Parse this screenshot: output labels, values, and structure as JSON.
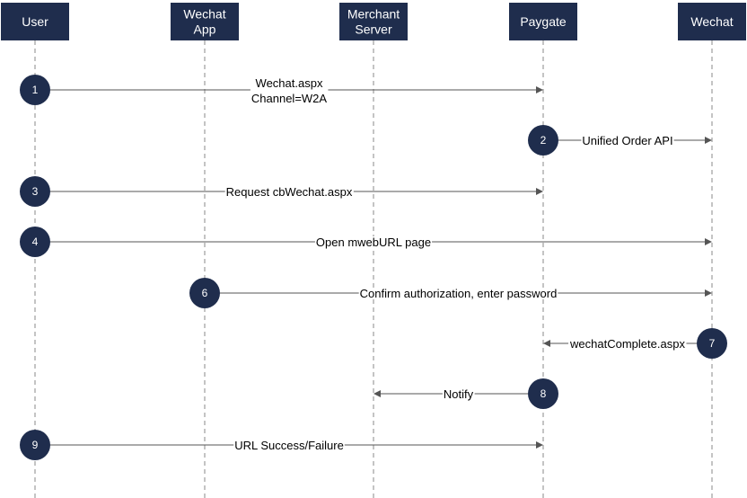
{
  "colors": {
    "actor_fill": "#1f2d4d",
    "step_fill": "#1f2d4d",
    "line": "#555555"
  },
  "participants": [
    {
      "id": "user",
      "lines": [
        "User"
      ]
    },
    {
      "id": "wechat-app",
      "lines": [
        "Wechat",
        "App"
      ]
    },
    {
      "id": "merchant-server",
      "lines": [
        "Merchant",
        "Server"
      ]
    },
    {
      "id": "paygate",
      "lines": [
        "Paygate"
      ]
    },
    {
      "id": "wechat",
      "lines": [
        "Wechat"
      ]
    }
  ],
  "messages": [
    {
      "step": "1",
      "from": "user",
      "to": "paygate",
      "label_lines": [
        "Wechat.aspx",
        "Channel=W2A"
      ]
    },
    {
      "step": "2",
      "from": "paygate",
      "to": "wechat",
      "label_lines": [
        "Unified Order API"
      ]
    },
    {
      "step": "3",
      "from": "user",
      "to": "paygate",
      "label_lines": [
        "Request cbWechat.aspx"
      ]
    },
    {
      "step": "4",
      "from": "user",
      "to": "wechat",
      "label_lines": [
        "Open mwebURL page"
      ]
    },
    {
      "step": "6",
      "from": "wechat-app",
      "to": "wechat",
      "label_lines": [
        "Confirm authorization, enter password"
      ]
    },
    {
      "step": "7",
      "from": "wechat",
      "to": "paygate",
      "label_lines": [
        "wechatComplete.aspx"
      ]
    },
    {
      "step": "8",
      "from": "paygate",
      "to": "merchant-server",
      "label_lines": [
        "Notify"
      ]
    },
    {
      "step": "9",
      "from": "user",
      "to": "paygate",
      "label_lines": [
        "URL Success/Failure"
      ]
    }
  ]
}
